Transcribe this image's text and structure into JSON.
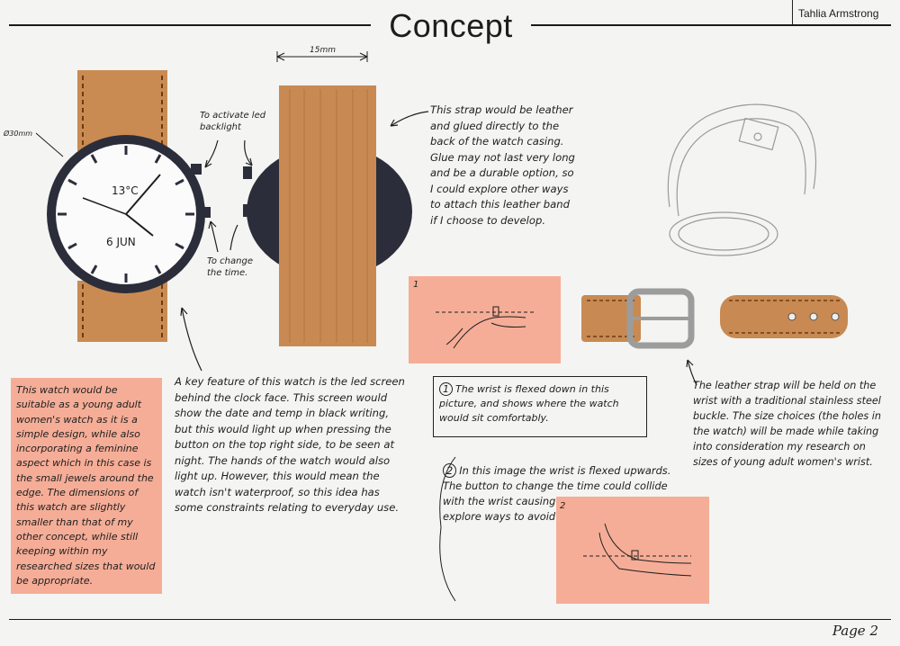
{
  "header": {
    "title": "Concept",
    "author": "Tahlia Armstrong"
  },
  "watch": {
    "diameter_label": "Ø30mm",
    "temp": "13°C",
    "date": "6 JUN",
    "strap_width_label": "15mm",
    "backlight_label": "To activate led backlight",
    "change_time_label": "To change the time."
  },
  "notes": {
    "strap_note": "This strap would be leather and glued directly to the back of the watch casing. Glue may not last very long and be a durable option, so I could explore other ways to attach this leather band if I choose to develop.",
    "pink_note": "This watch would be suitable as a young adult women's watch as it is a simple design, while also incorporating a feminine aspect which in this case is the small jewels around the edge. The dimensions of this watch are slightly smaller than that of my other concept, while still keeping within my researched sizes that would be appropriate.",
    "feature_note": "A key feature of this watch is the led screen behind the clock face. This screen would show the date and temp in black writing, but this would light up when pressing the button on the top right side, to be seen at night. The hands of the watch would also light up. However, this would mean the watch isn't waterproof, so this idea has some constraints relating to everyday use.",
    "wrist_down_note": "The wrist is flexed down in this picture, and shows where the watch would sit comfortably.",
    "wrist_up_note": "In this image the wrist is flexed upwards. The button to change the time could collide with the wrist causing pain. I may have to explore ways to avoid this problem.",
    "buckle_note": "The leather strap will be held on the wrist with a traditional stainless steel buckle. The size choices (the holes in the watch) will be made while taking into consideration my research on sizes of young adult women's wrist."
  },
  "markers": {
    "one": "1",
    "two": "2"
  },
  "footer": {
    "page": "Page 2"
  }
}
